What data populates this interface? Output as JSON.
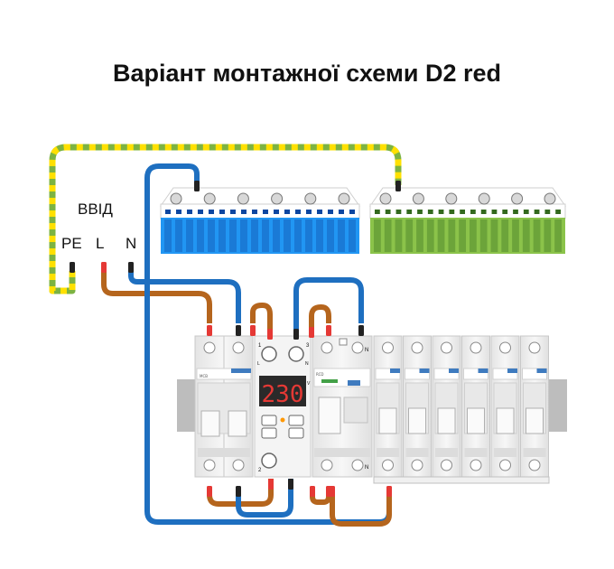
{
  "title": "Варіант монтажної схеми D2 red",
  "input_label": "ВВІД",
  "terminals": [
    "PE",
    "L",
    "N"
  ],
  "relay": {
    "display_value": "230",
    "top_left_num": "1",
    "top_right_num": "3",
    "bottom_num": "2",
    "side_label_l": "L",
    "side_label_n": "N",
    "side_label_v": "V"
  },
  "rcd_labels": {
    "top_n": "N",
    "bottom_n": "N"
  },
  "colors": {
    "earth_green": "#7cb342",
    "earth_yellow": "#ffe000",
    "phase_wire": "#b5651d",
    "neutral_wire": "#1e6fc0",
    "neutral_bus": "#1e88e5",
    "earth_bus": "#8bc34a",
    "relay_display": "#e53935"
  }
}
